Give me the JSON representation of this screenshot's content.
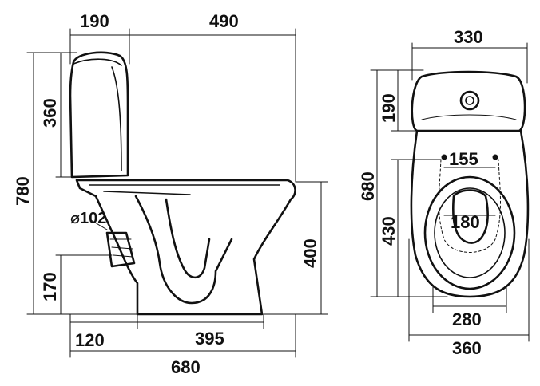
{
  "side_view": {
    "tank_depth": "190",
    "bowl_length": "490",
    "tank_height": "360",
    "total_height": "780",
    "outlet_diameter": "⌀102",
    "outlet_height": "170",
    "rim_height": "400",
    "outlet_offset": "120",
    "base_length": "395",
    "total_length": "680"
  },
  "top_view": {
    "tank_width": "330",
    "tank_depth": "190",
    "total_depth": "680",
    "seat_hole_spacing": "155",
    "bowl_depth": "430",
    "opening_width": "180",
    "base_width": "280",
    "total_width": "360"
  }
}
